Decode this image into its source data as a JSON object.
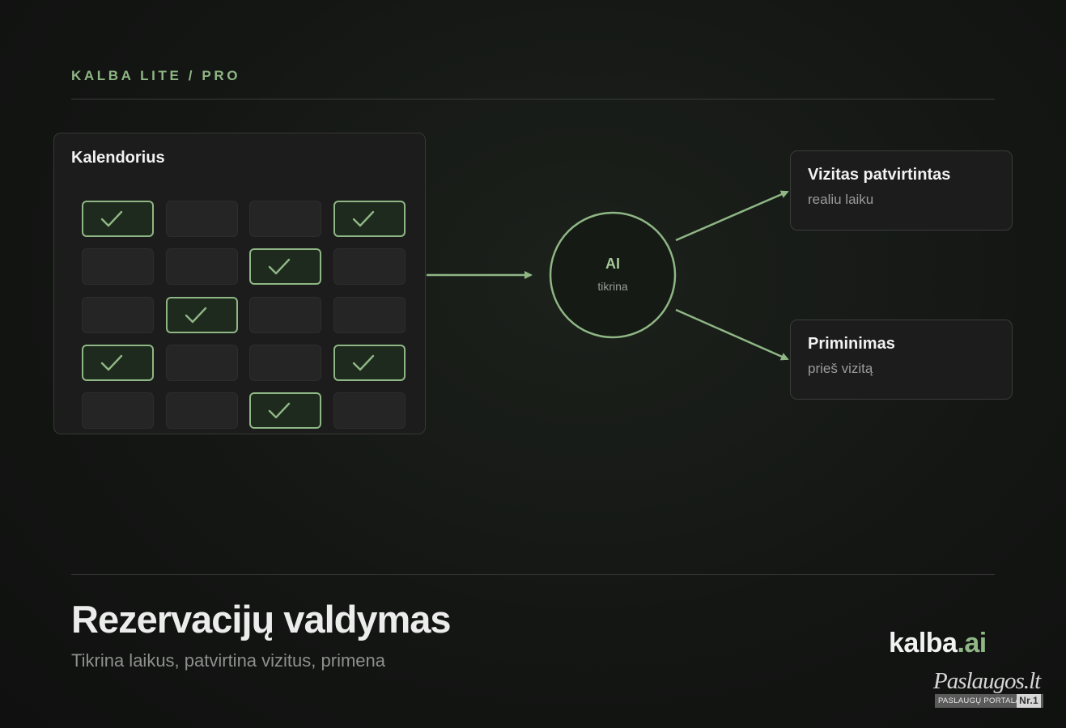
{
  "header": {
    "eyebrow": "KALBA LITE / PRO"
  },
  "calendar": {
    "title": "Kalendorius",
    "grid": [
      [
        true,
        false,
        false,
        true
      ],
      [
        false,
        false,
        true,
        false
      ],
      [
        false,
        true,
        false,
        false
      ],
      [
        true,
        false,
        false,
        true
      ],
      [
        false,
        false,
        true,
        false
      ]
    ]
  },
  "ai_node": {
    "label": "AI",
    "sublabel": "tikrina"
  },
  "outputs": {
    "confirmed": {
      "title": "Vizitas patvirtintas",
      "subtitle": "realiu laiku"
    },
    "reminder": {
      "title": "Priminimas",
      "subtitle": "prieš vizitą"
    }
  },
  "footer": {
    "headline": "Rezervacijų valdymas",
    "subline": "Tikrina laikus, patvirtina vizitus, primena"
  },
  "brand": {
    "text_main": "kalba",
    "text_accent": ".ai"
  },
  "portal": {
    "name": "Paslaugos.lt",
    "tagline": "PASLAUGŲ PORTALAS",
    "rank": "Nr.1"
  },
  "colors": {
    "accent": "#8fb685",
    "background": "#141614",
    "card": "#1b1c1b",
    "booked_fill": "#1e2a1d"
  },
  "icons": {
    "booked_slot": "check-icon"
  }
}
